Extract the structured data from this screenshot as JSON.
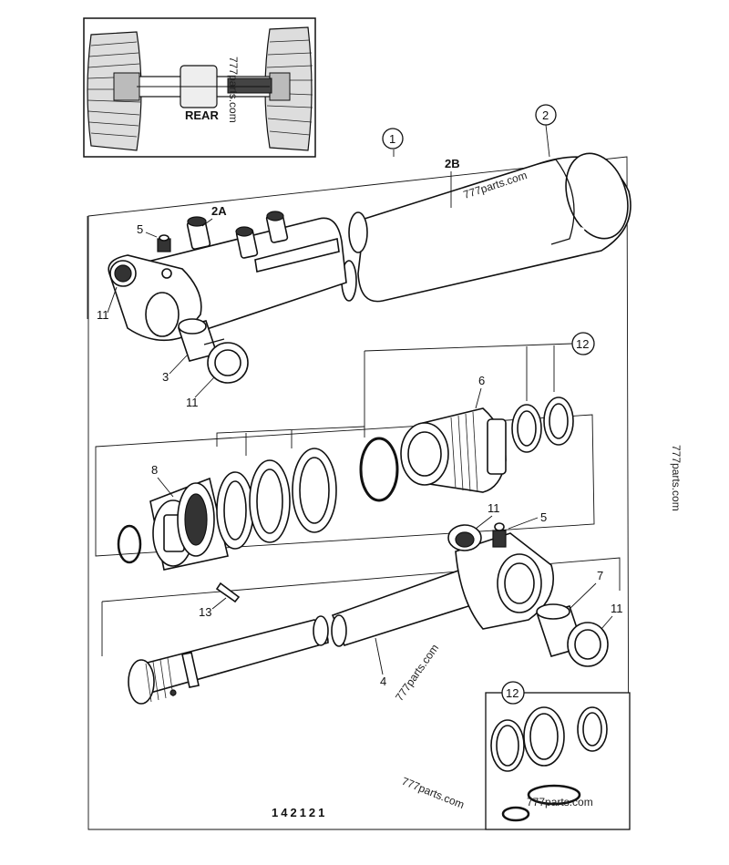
{
  "inset": {
    "rear_label": "REAR"
  },
  "callouts": {
    "c1": "1",
    "c2": "2",
    "c2A": "2A",
    "c2B": "2B",
    "c3": "3",
    "c4": "4",
    "c5a": "5",
    "c5b": "5",
    "c6": "6",
    "c7": "7",
    "c8": "8",
    "c11a": "11",
    "c11b": "11",
    "c11c": "11",
    "c11d": "11",
    "c12a": "12",
    "c12b": "12",
    "c13": "13"
  },
  "figure_number": "142121",
  "watermarks": {
    "w1": "777parts.com",
    "w2": "777parts.com",
    "w3": "777parts.com",
    "w4": "777parts.com",
    "w5": "777parts.com",
    "w6": "777parts.com"
  }
}
